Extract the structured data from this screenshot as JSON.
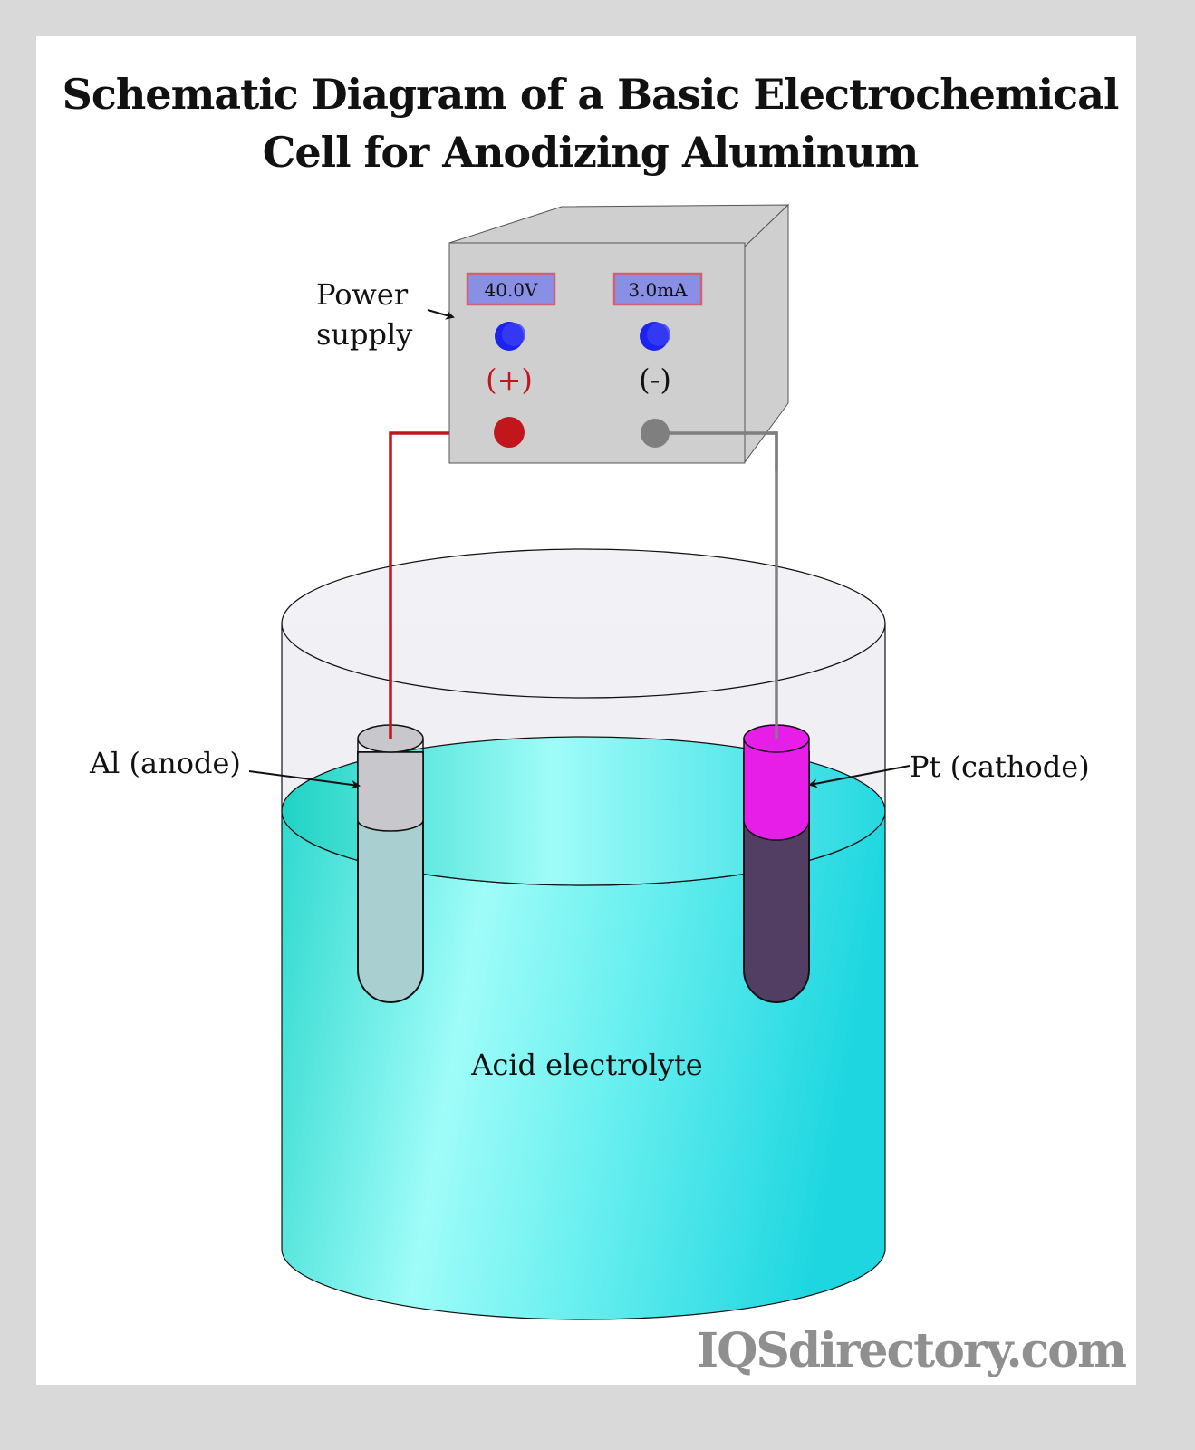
{
  "title": {
    "line1": "Schematic Diagram of a Basic Electrochemical",
    "line2": "Cell for Anodizing Aluminum"
  },
  "power_supply": {
    "label_line1": "Power",
    "label_line2": "supply",
    "voltage_display": "40.0V",
    "current_display": "3.0mA",
    "positive_terminal_label": "(+)",
    "negative_terminal_label": "(-)"
  },
  "electrodes": {
    "anode_label": "Al (anode)",
    "cathode_label": "Pt (cathode)"
  },
  "electrolyte_label": "Acid electrolyte",
  "watermark": "IQSdirectory.com",
  "colors": {
    "positive_wire": "#c0161c",
    "negative_wire": "#7f7f7f",
    "display_fill": "#8a8fe6",
    "display_border": "#d0607a",
    "knob": "#1c22f0",
    "electrolyte_light": "#9ffcf8",
    "electrolyte_dark": "#1dd6e0",
    "anode": "#c8c8cc",
    "cathode": "#e61ee8",
    "cathode_submerged": "#523e62"
  }
}
